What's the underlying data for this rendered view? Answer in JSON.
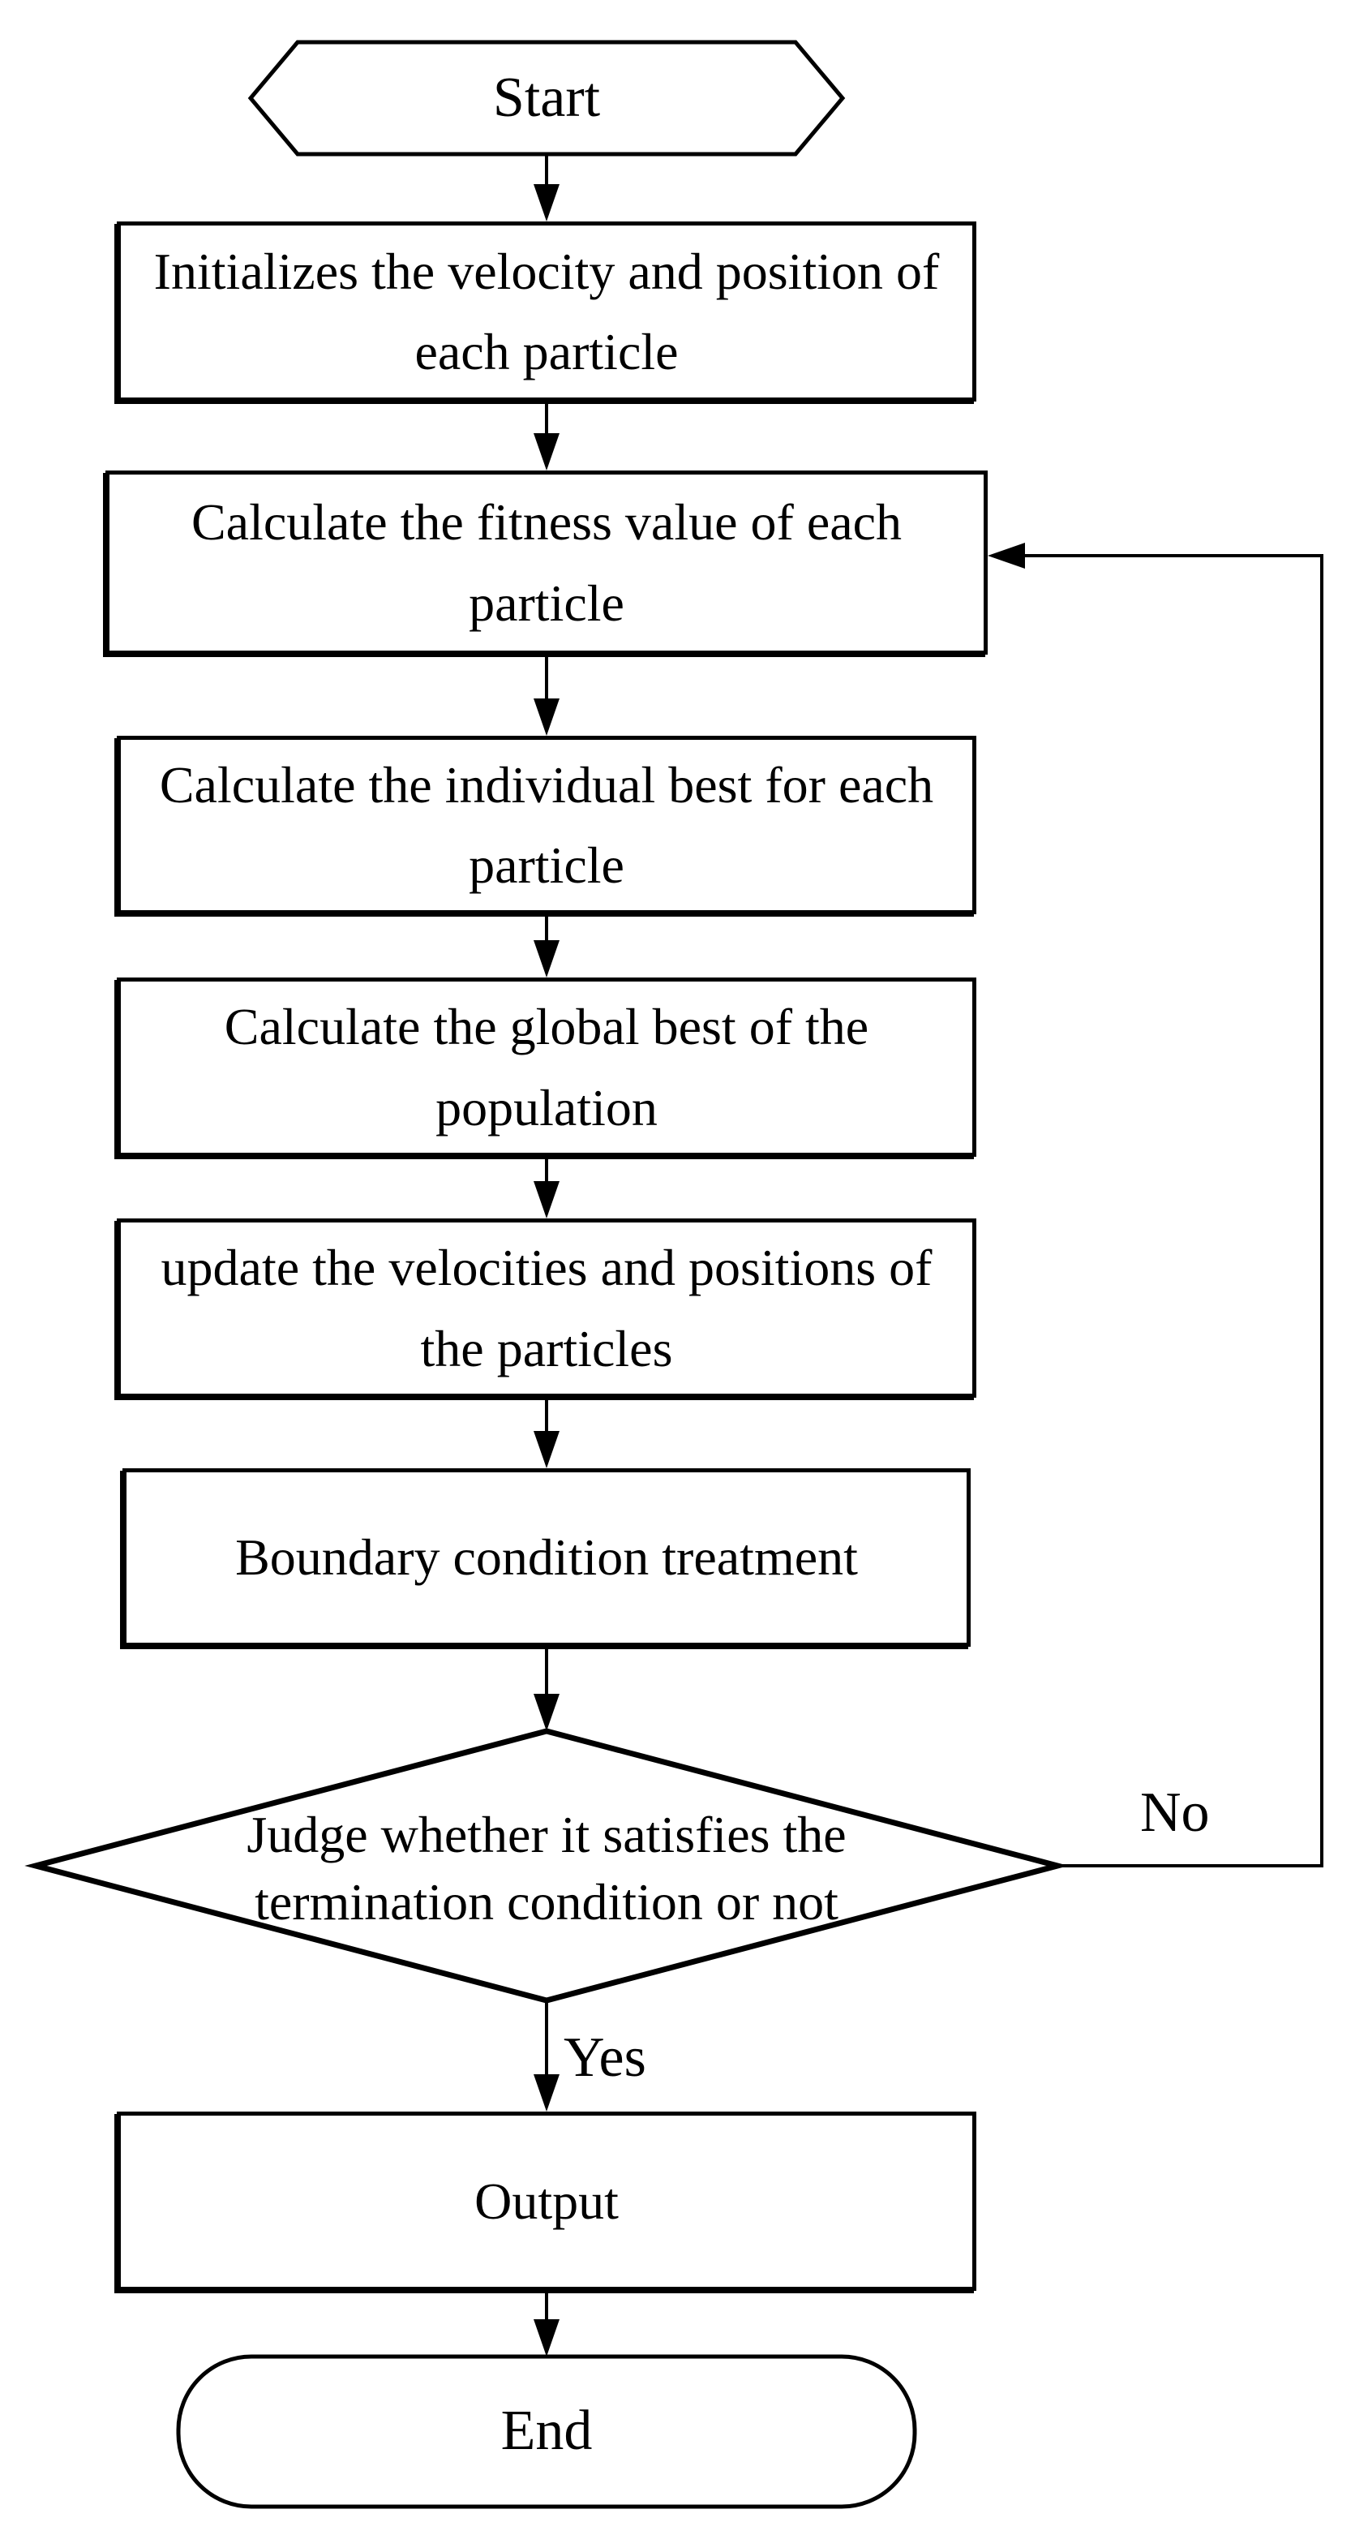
{
  "flowchart": {
    "colors": {
      "line": "#000000",
      "node_fill": "#ffffff",
      "text": "#000000",
      "background": "#ffffff"
    },
    "nodes": [
      {
        "id": "start",
        "type": "terminator-hexagon",
        "label": "Start"
      },
      {
        "id": "initialize",
        "type": "process",
        "label": "Initializes the velocity and position of each particle"
      },
      {
        "id": "fitness",
        "type": "process",
        "label": "Calculate the fitness value of each particle"
      },
      {
        "id": "individual-best",
        "type": "process",
        "label": "Calculate the individual best for each particle"
      },
      {
        "id": "global-best",
        "type": "process",
        "label": "Calculate the global best of the population"
      },
      {
        "id": "update",
        "type": "process",
        "label": "update the velocities and positions of the particles"
      },
      {
        "id": "boundary",
        "type": "process",
        "label": "Boundary condition treatment"
      },
      {
        "id": "judge",
        "type": "decision",
        "label": "Judge whether it satisfies the termination condition or not"
      },
      {
        "id": "output",
        "type": "process",
        "label": "Output"
      },
      {
        "id": "end",
        "type": "terminator-rounded",
        "label": "End"
      }
    ],
    "edge_labels": {
      "yes": "Yes",
      "no": "No"
    }
  }
}
